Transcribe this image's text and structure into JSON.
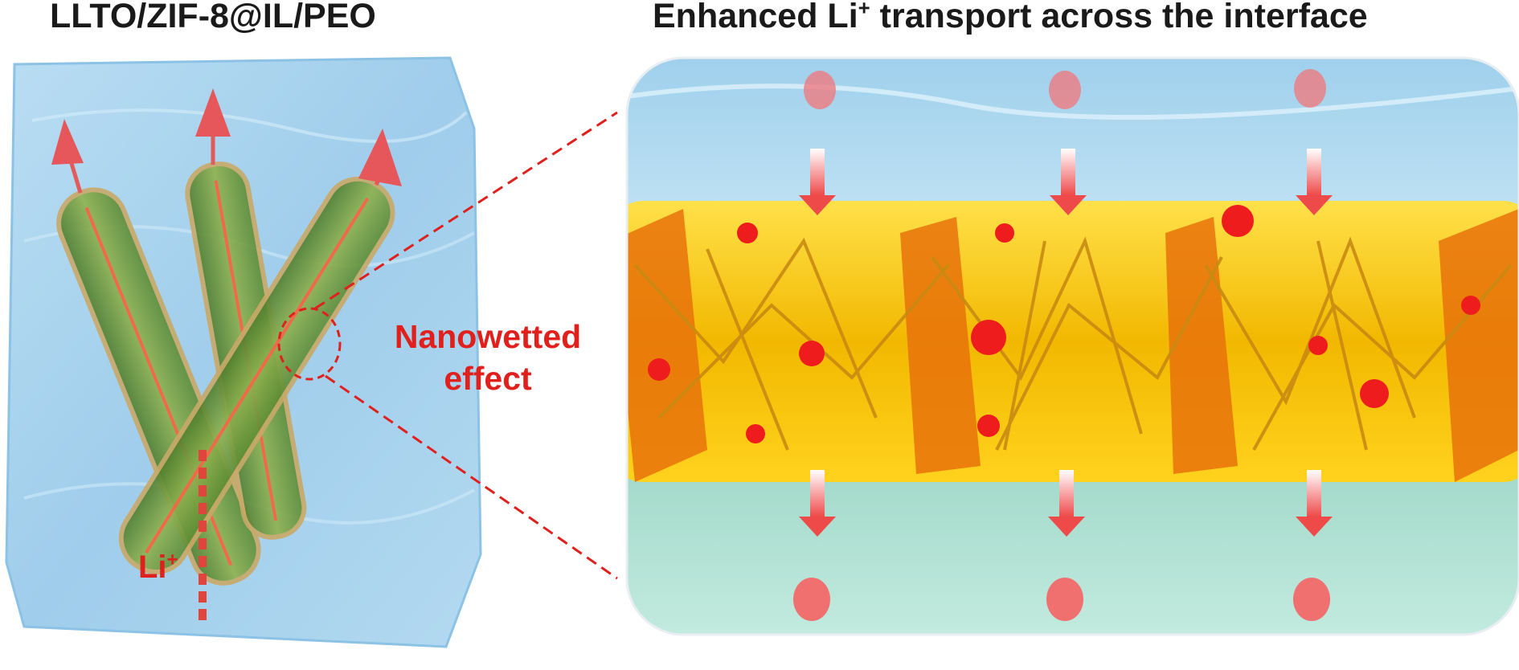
{
  "titles": {
    "left": "LLTO/ZIF-8@IL/PEO",
    "right_prefix": "Enhanced Li",
    "right_sup": "+",
    "right_suffix": " transport across the interface"
  },
  "labels": {
    "nanowetted_line1": "Nanowetted",
    "nanowetted_line2": "effect",
    "li_base": "Li",
    "li_sup": "+"
  },
  "colors": {
    "accent_red": "#e0201c",
    "electrolyte_blue": "#a8d4ee",
    "fiber_green": "#6f9a3c",
    "interface_yellow": "#f5c000",
    "interface_orange": "#e8720a",
    "bottom_teal": "#a8ddd0"
  }
}
